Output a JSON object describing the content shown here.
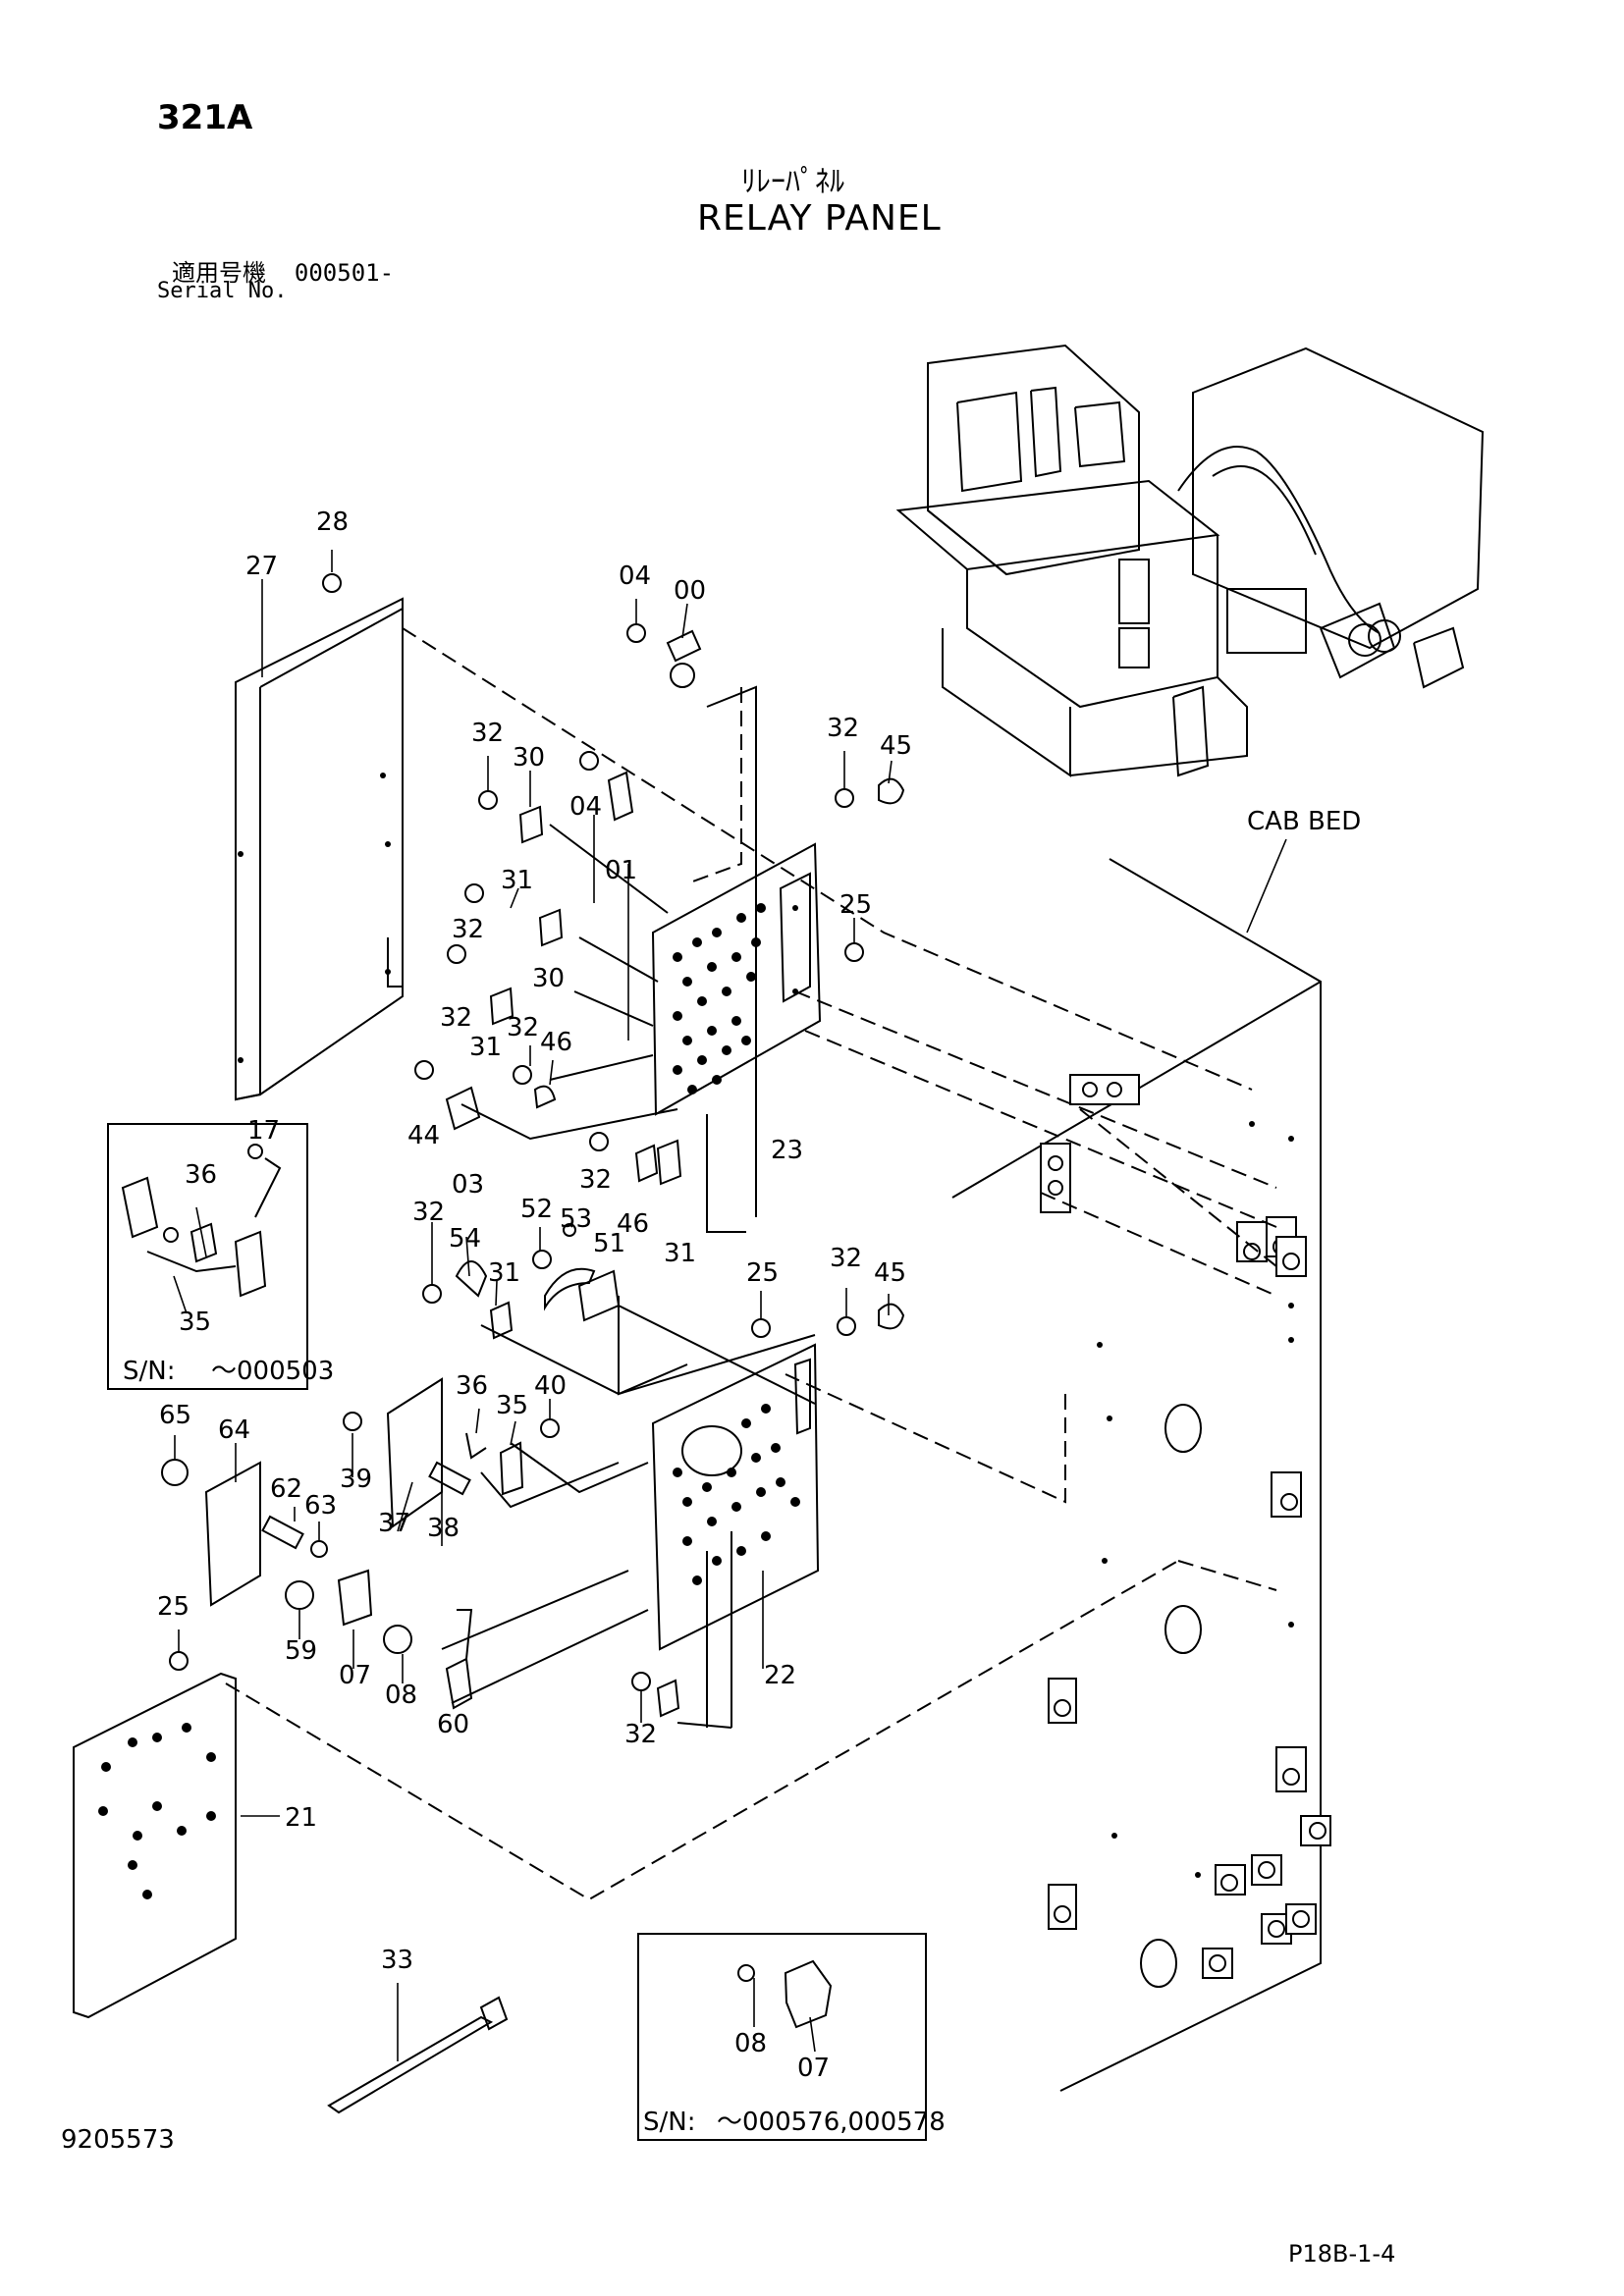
{
  "header": {
    "model": "321A",
    "title_jp": "ﾘﾚｰﾊﾟﾈﾙ",
    "title_en": "RELAY PANEL",
    "serial_label_jp": "適用号機",
    "serial_range": "000501-",
    "serial_label_en": "Serial No."
  },
  "footer": {
    "drawing_number": "9205573",
    "page_code": "P18B-1-4"
  },
  "location_label": "CAB BED",
  "inset_boxes": [
    {
      "label": "S/N:",
      "range": "～000503"
    },
    {
      "label": "S/N:",
      "range": "～000576,000578"
    }
  ],
  "callouts": {
    "c28": "28",
    "c27": "27",
    "c04a": "04",
    "c00": "00",
    "c32a": "32",
    "c30a": "30",
    "c04b": "04",
    "c01": "01",
    "c32b": "32",
    "c45a": "45",
    "c25a": "25",
    "c31a": "31",
    "c32c": "32",
    "c30b": "30",
    "c32d": "32",
    "c31b": "31",
    "c32e": "32",
    "c46a": "46",
    "c44": "44",
    "c03": "03",
    "c23": "23",
    "c32f": "32",
    "c46b": "46",
    "c31c": "31",
    "c17": "17",
    "c36a": "36",
    "c35a": "35",
    "c32g": "32",
    "c54": "54",
    "c52": "52",
    "c53": "53",
    "c51": "51",
    "c31d": "31",
    "c25b": "25",
    "c32h": "32",
    "c45b": "45",
    "c65": "65",
    "c64": "64",
    "c36b": "36",
    "c35b": "35",
    "c40": "40",
    "c39": "39",
    "c37": "37",
    "c38": "38",
    "c62": "62",
    "c63": "63",
    "c25c": "25",
    "c59": "59",
    "c07a": "07",
    "c08a": "08",
    "c60": "60",
    "c22": "22",
    "c32i": "32",
    "c21": "21",
    "c33": "33",
    "c08b": "08",
    "c07b": "07"
  }
}
